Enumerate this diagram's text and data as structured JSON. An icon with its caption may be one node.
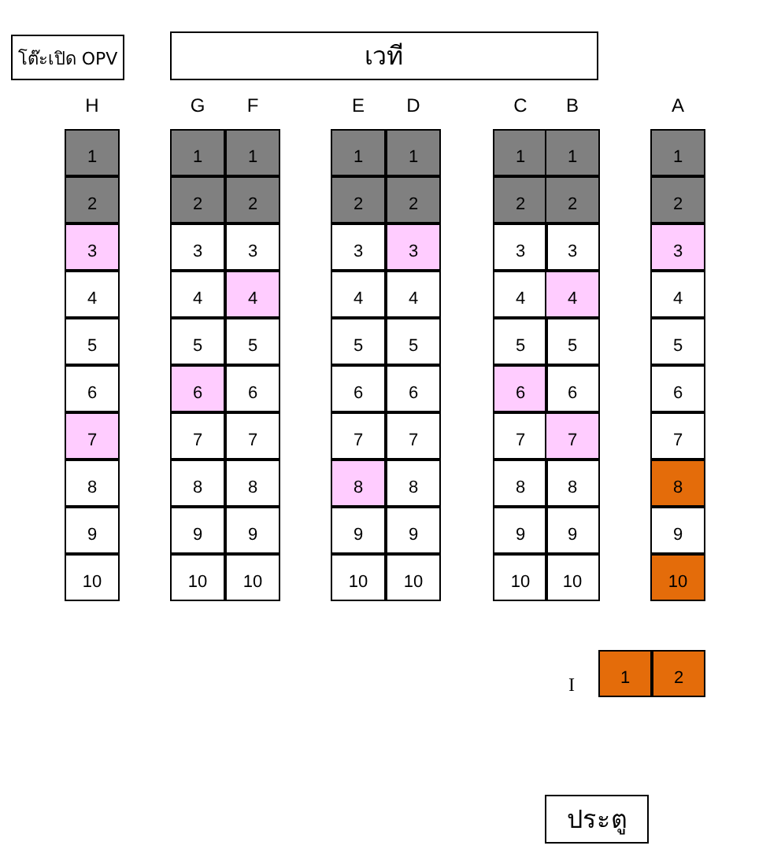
{
  "diagram": {
    "nodes": [
      {
        "text": [
          "โต๊ะเปิด OPV"
        ]
      },
      {
        "text": [
          "เวที"
        ]
      },
      {
        "text": [
          "1"
        ]
      },
      {
        "text": [
          "1"
        ]
      },
      {
        "text": [
          "1"
        ]
      },
      {
        "text": [
          "1"
        ]
      },
      {
        "text": [
          "1"
        ]
      },
      {
        "text": [
          "1"
        ]
      },
      {
        "text": [
          "1"
        ]
      },
      {
        "text": [
          "1"
        ]
      },
      {
        "text": [
          "2"
        ]
      },
      {
        "text": [
          "2"
        ]
      },
      {
        "text": [
          "2"
        ]
      },
      {
        "text": [
          "2"
        ]
      },
      {
        "text": [
          "2"
        ]
      },
      {
        "text": [
          "2"
        ]
      },
      {
        "text": [
          "2"
        ]
      },
      {
        "text": [
          "2"
        ]
      },
      {
        "text": [
          "3"
        ]
      },
      {
        "text": [
          "3"
        ]
      },
      {
        "text": [
          "3"
        ]
      },
      {
        "text": [
          "3"
        ]
      },
      {
        "text": [
          "3"
        ]
      },
      {
        "text": [
          "3"
        ]
      },
      {
        "text": [
          "3"
        ]
      },
      {
        "text": [
          "3"
        ]
      },
      {
        "text": [
          "4"
        ]
      },
      {
        "text": [
          "4"
        ]
      },
      {
        "text": [
          "4"
        ]
      },
      {
        "text": [
          "4"
        ]
      },
      {
        "text": [
          "4"
        ]
      },
      {
        "text": [
          "4"
        ]
      },
      {
        "text": [
          "4"
        ]
      },
      {
        "text": [
          "4"
        ]
      },
      {
        "text": [
          "5"
        ]
      },
      {
        "text": [
          "5"
        ]
      },
      {
        "text": [
          "5"
        ]
      },
      {
        "text": [
          "5"
        ]
      },
      {
        "text": [
          "5"
        ]
      },
      {
        "text": [
          "5"
        ]
      },
      {
        "text": [
          "5"
        ]
      },
      {
        "text": [
          "5"
        ]
      },
      {
        "text": [
          "6"
        ]
      },
      {
        "text": [
          "6"
        ]
      },
      {
        "text": [
          "6"
        ]
      },
      {
        "text": [
          "6"
        ]
      },
      {
        "text": [
          "6"
        ]
      },
      {
        "text": [
          "6"
        ]
      },
      {
        "text": [
          "6"
        ]
      },
      {
        "text": [
          "6"
        ]
      },
      {
        "text": [
          "7"
        ]
      },
      {
        "text": [
          "7"
        ]
      },
      {
        "text": [
          "7"
        ]
      },
      {
        "text": [
          "7"
        ]
      },
      {
        "text": [
          "7"
        ]
      },
      {
        "text": [
          "7"
        ]
      },
      {
        "text": [
          "7"
        ]
      },
      {
        "text": [
          "7"
        ]
      },
      {
        "text": [
          "8"
        ]
      },
      {
        "text": [
          "8"
        ]
      },
      {
        "text": [
          "8"
        ]
      },
      {
        "text": [
          "8"
        ]
      },
      {
        "text": [
          "8"
        ]
      },
      {
        "text": [
          "8"
        ]
      },
      {
        "text": [
          "8"
        ]
      },
      {
        "text": [
          "8"
        ]
      },
      {
        "text": [
          "9"
        ]
      },
      {
        "text": [
          "9"
        ]
      },
      {
        "text": [
          "9"
        ]
      },
      {
        "text": [
          "9"
        ]
      },
      {
        "text": [
          "9"
        ]
      },
      {
        "text": [
          "9"
        ]
      },
      {
        "text": [
          "9"
        ]
      },
      {
        "text": [
          "9"
        ]
      },
      {
        "text": [
          "10"
        ]
      },
      {
        "text": [
          "10"
        ]
      },
      {
        "text": [
          "10"
        ]
      },
      {
        "text": [
          "10"
        ]
      },
      {
        "text": [
          "10"
        ]
      },
      {
        "text": [
          "10"
        ]
      },
      {
        "text": [
          "10"
        ]
      },
      {
        "text": [
          "10"
        ]
      },
      {
        "text": [
          "1"
        ]
      },
      {
        "text": [
          "2"
        ]
      },
      {
        "text": [
          "ประตู"
        ]
      }
    ],
    "labels": [
      "H",
      "G",
      "F",
      "E",
      "D",
      "C",
      "B",
      "A",
      "I"
    ]
  }
}
